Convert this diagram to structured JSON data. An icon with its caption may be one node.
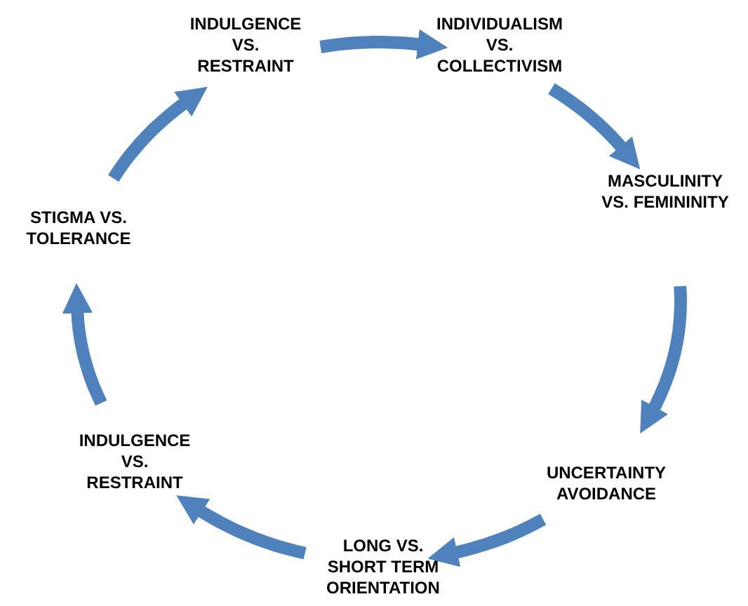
{
  "diagram": {
    "nodes": [
      {
        "text": [
          "INDULGENCE VS. RESTRAINT"
        ]
      },
      {
        "text": [
          "INDIVIDUALISM VS. COLLECTIVISM"
        ]
      },
      {
        "text": [
          "MASCULINITY VS. FEMININITY"
        ]
      },
      {
        "text": [
          "UNCERTAINTY AVOIDANCE"
        ]
      },
      {
        "text": [
          "LONG VS. SHORT TERM ORIENTATION"
        ]
      },
      {
        "text": [
          "INDULGENCE VS. RESTRAINT"
        ]
      },
      {
        "text": [
          "STIGMA VS. TOLERANCE"
        ]
      }
    ],
    "edges": [
      {
        "from": 0,
        "to": 1,
        "arrow": "to"
      },
      {
        "from": 1,
        "to": 2,
        "arrow": "to"
      },
      {
        "from": 2,
        "to": 3,
        "arrow": "to"
      },
      {
        "from": 3,
        "to": 4,
        "arrow": "to"
      },
      {
        "from": 4,
        "to": 5,
        "arrow": "to"
      },
      {
        "from": 5,
        "to": 6,
        "arrow": "to"
      },
      {
        "from": 6,
        "to": 0,
        "arrow": "to"
      }
    ]
  }
}
